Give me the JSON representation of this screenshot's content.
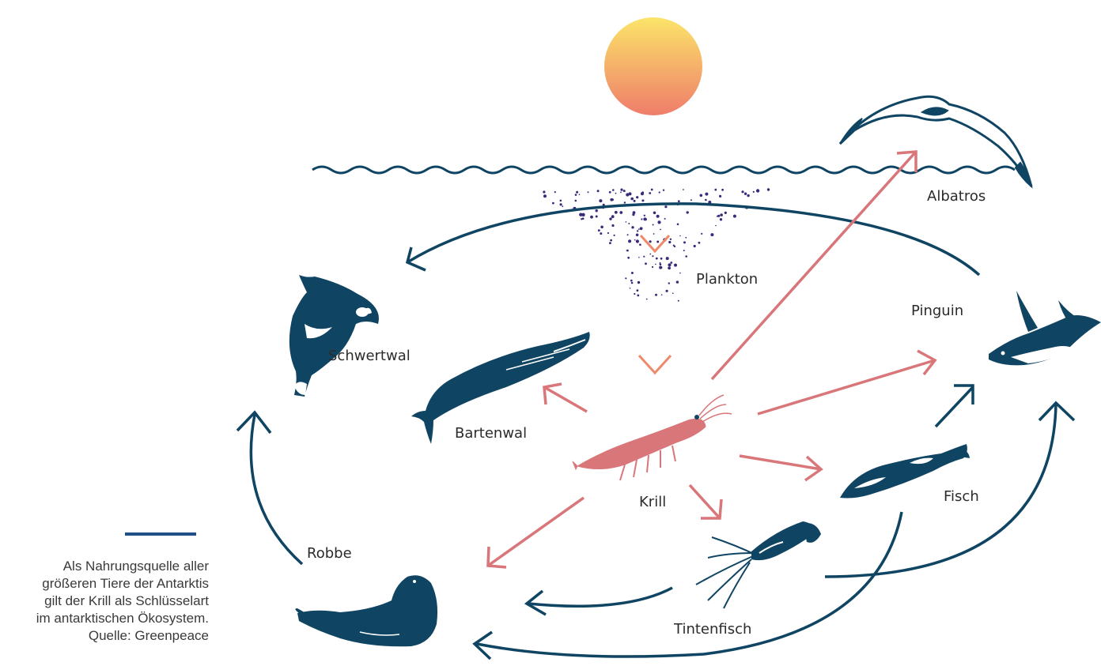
{
  "diagram": {
    "nodes": {
      "sun": {
        "name": "sun-icon"
      },
      "plankton": {
        "label": "Plankton"
      },
      "krill": {
        "label": "Krill"
      },
      "albatros": {
        "label": "Albatros"
      },
      "pinguin": {
        "label": "Pinguin"
      },
      "schwertwal": {
        "label": "Schwertwal"
      },
      "bartenwal": {
        "label": "Bartenwal"
      },
      "fisch": {
        "label": "Fisch"
      },
      "tintenfisch": {
        "label": "Tintenfisch"
      },
      "robbe": {
        "label": "Robbe"
      }
    },
    "edges": [
      {
        "from": "sun",
        "to": "plankton"
      },
      {
        "from": "plankton",
        "to": "krill"
      },
      {
        "from": "krill",
        "to": "albatros"
      },
      {
        "from": "krill",
        "to": "pinguin"
      },
      {
        "from": "krill",
        "to": "bartenwal"
      },
      {
        "from": "krill",
        "to": "fisch"
      },
      {
        "from": "krill",
        "to": "tintenfisch"
      },
      {
        "from": "krill",
        "to": "robbe"
      },
      {
        "from": "fisch",
        "to": "pinguin"
      },
      {
        "from": "fisch",
        "to": "robbe"
      },
      {
        "from": "tintenfisch",
        "to": "robbe"
      },
      {
        "from": "tintenfisch",
        "to": "pinguin"
      },
      {
        "from": "robbe",
        "to": "schwertwal"
      },
      {
        "from": "pinguin",
        "to": "schwertwal"
      }
    ]
  },
  "caption": {
    "line1": "Als Nahrungsquelle aller",
    "line2": "größeren Tiere der Antarktis",
    "line3": "gilt der Krill als Schlüsselart",
    "line4": "im antarktischen Ökosystem.",
    "line5": "Quelle: Greenpeace"
  },
  "colors": {
    "dark": "#0f4563",
    "krill_arrow": "#d9767a",
    "sun_top": "#fbe469",
    "sun_bottom": "#ef7d6a",
    "plankton": "#3a2a7a"
  }
}
